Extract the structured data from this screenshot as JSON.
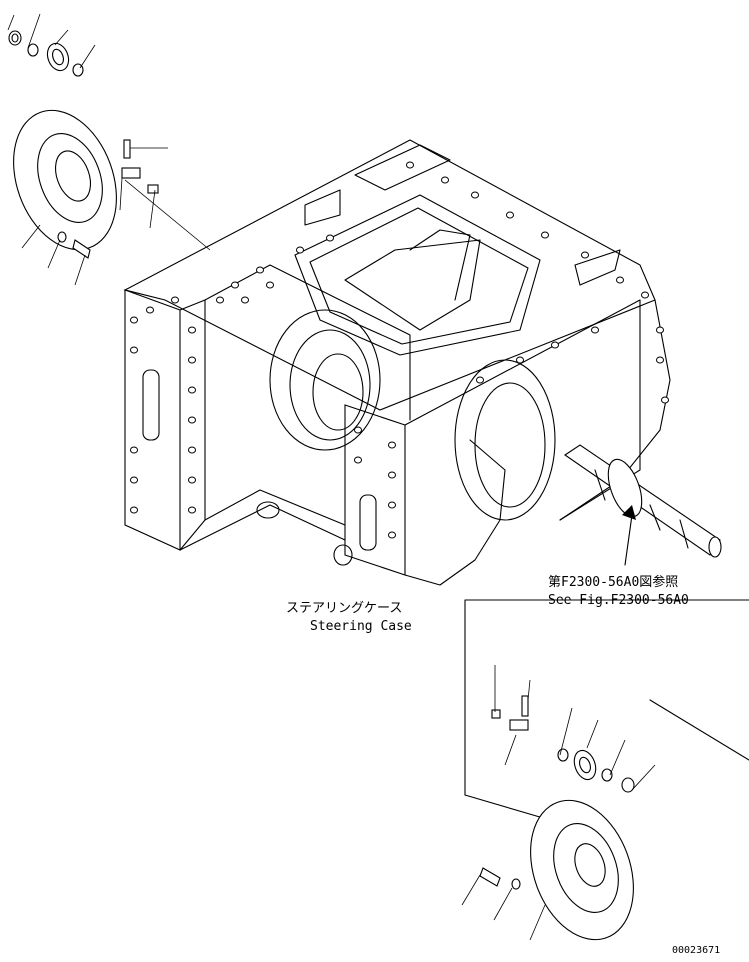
{
  "labels": {
    "steering_case_jp": "ステアリングケース",
    "steering_case_en": "Steering Case",
    "ref_jp": "第F2300-56A0図参照",
    "ref_en": "See Fig.F2300-56A0",
    "figure_number": "00023671"
  }
}
